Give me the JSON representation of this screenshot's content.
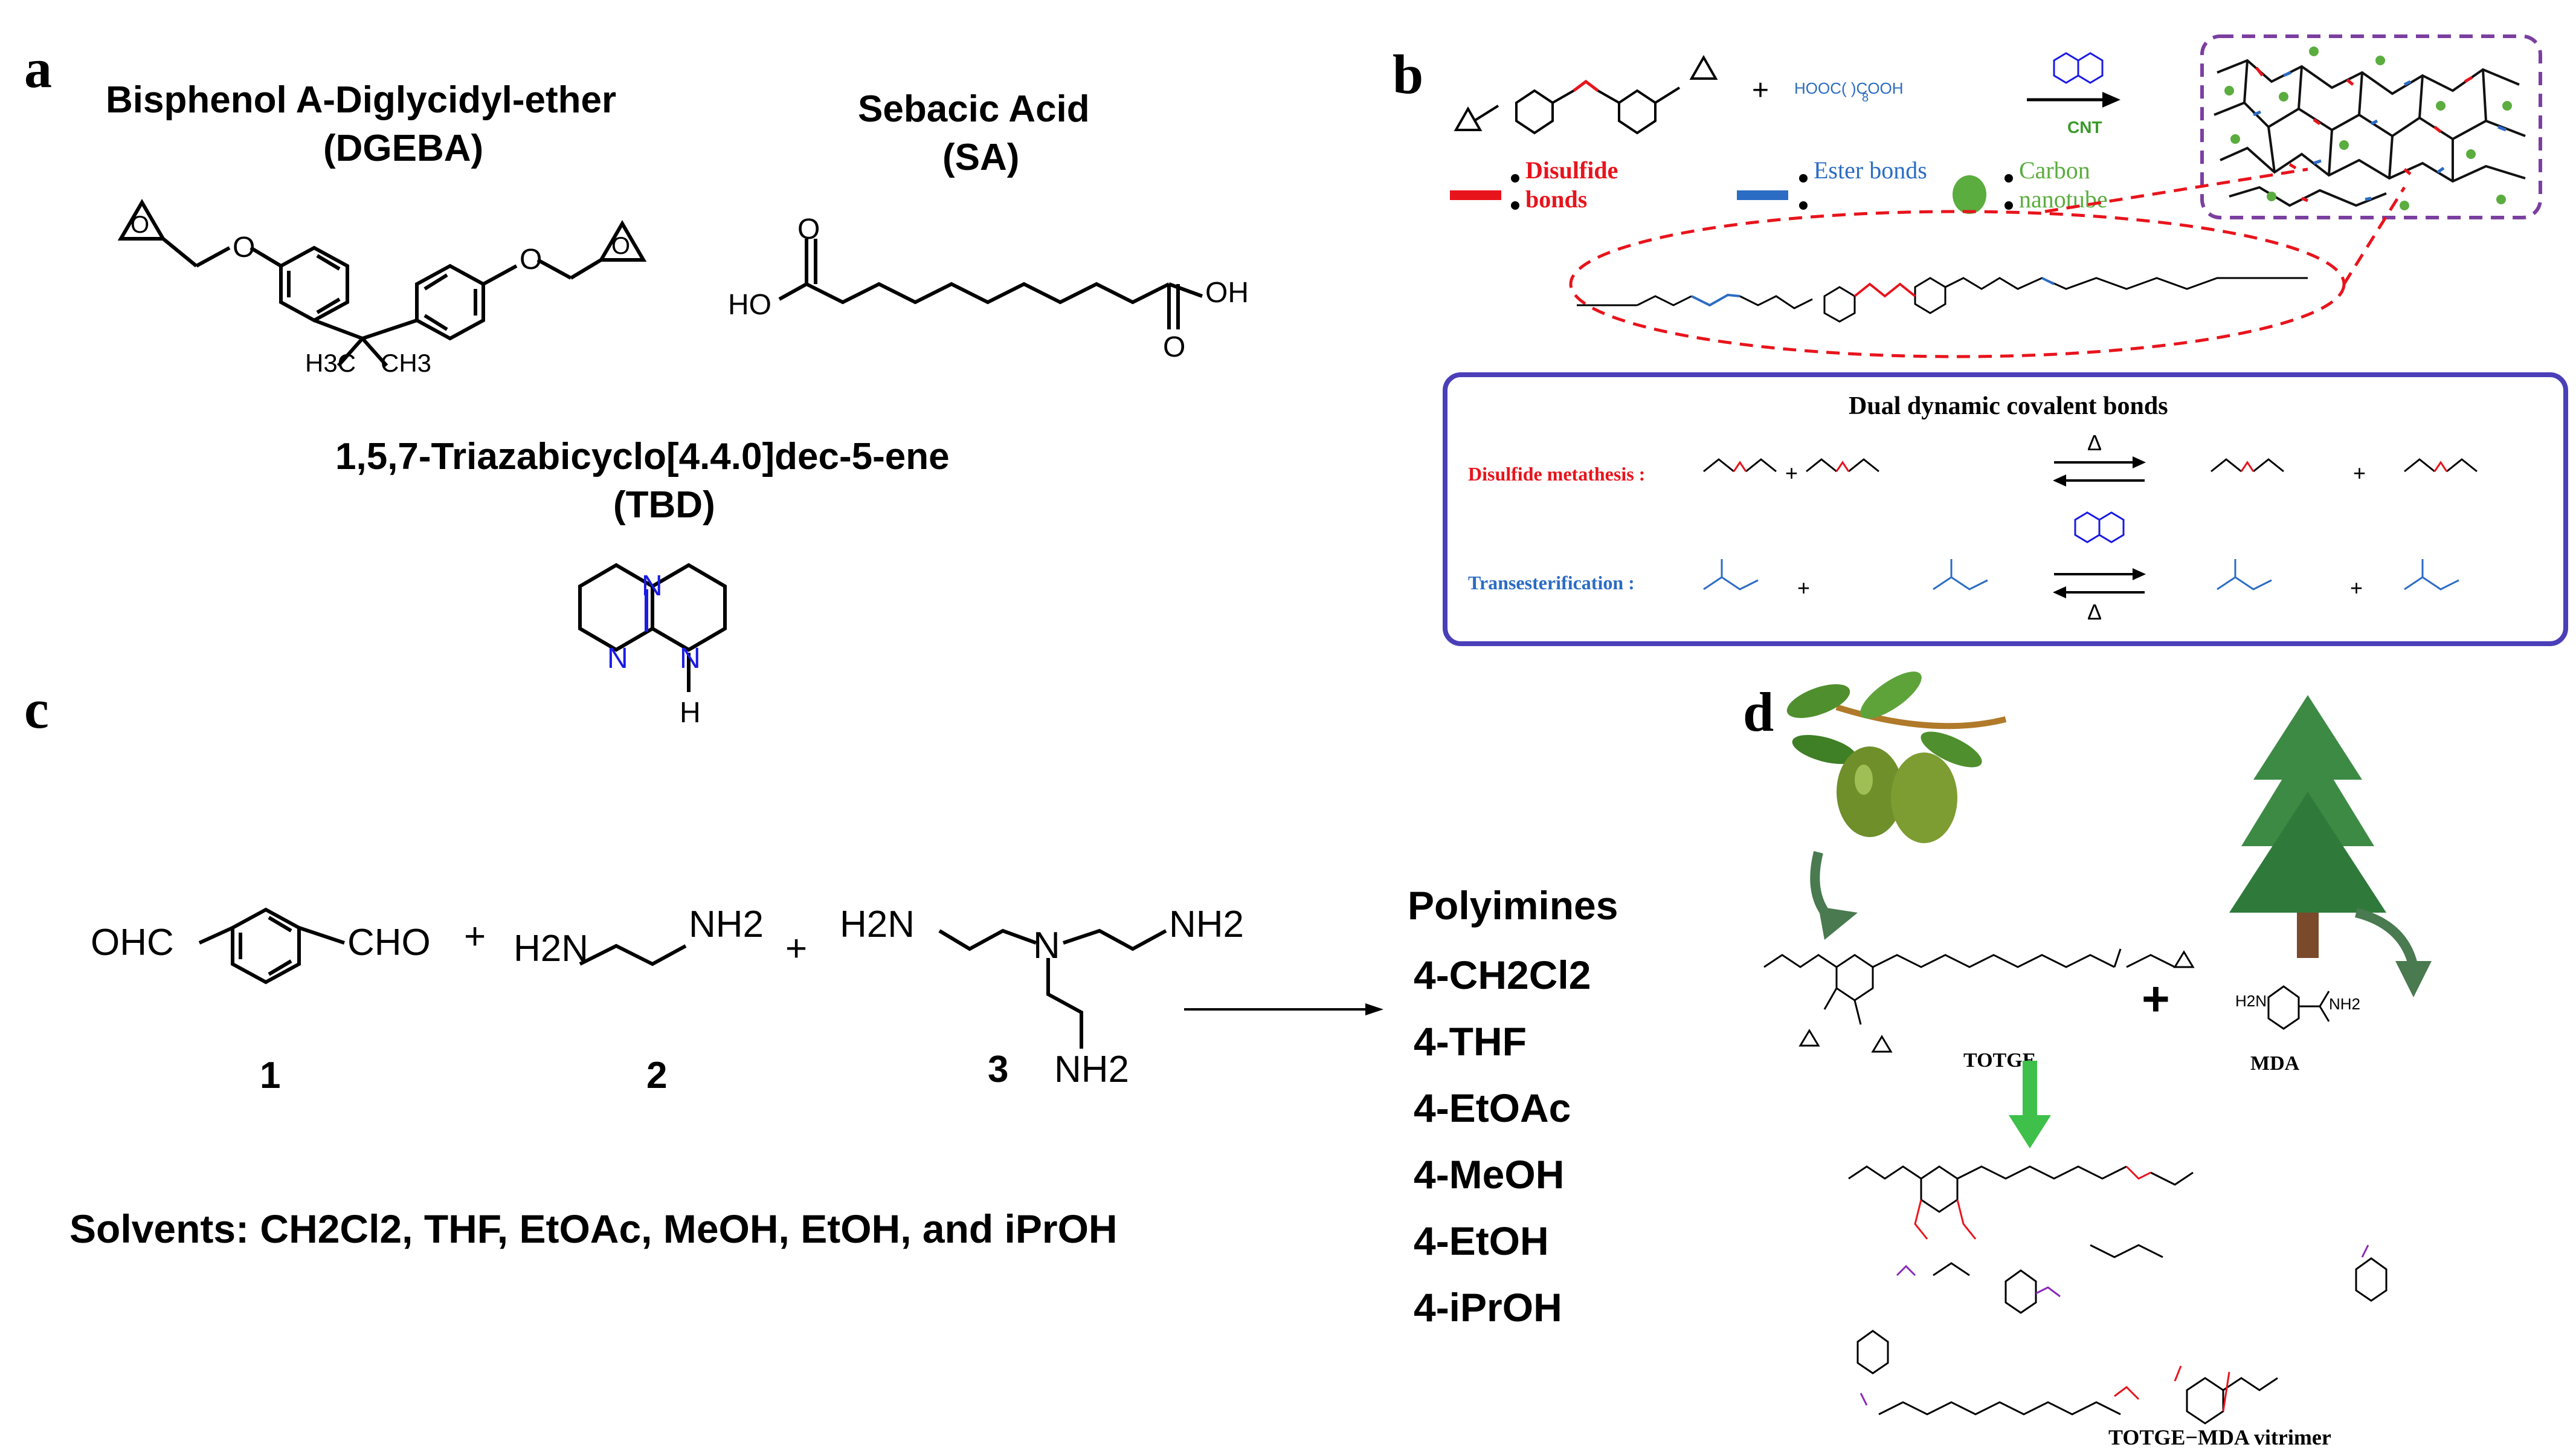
{
  "panel_a": {
    "label": "a",
    "dgeba_name": "Bisphenol A-Diglycidyl-ether",
    "dgeba_abbr": "(DGEBA)",
    "dgeba_h3c": "H3C",
    "dgeba_ch3": "CH3",
    "sa_name": "Sebacic Acid",
    "sa_abbr": "(SA)",
    "sa_ho": "HO",
    "sa_oh": "OH",
    "tbd_name": "1,5,7-Triazabicyclo[4.4.0]dec-5-ene",
    "tbd_abbr": "(TBD)",
    "atom_o": "O",
    "atom_n": "N",
    "atom_h": "H"
  },
  "panel_b": {
    "label": "b",
    "acid": "HOOC(  )COOH",
    "acid_sub": "8",
    "cnt": "CNT",
    "plus": "+",
    "legend": [
      {
        "text": "Disulfide bonds",
        "color": "#e8141c"
      },
      {
        "text": "Ester bonds",
        "color": "#2b6cc4"
      },
      {
        "text": "Carbon nanotube",
        "color": "#5aad3e"
      }
    ],
    "box_title": "Dual dynamic covalent bonds",
    "disulfide_label": "Disulfide metathesis :",
    "transester_label": "Transesterification :",
    "delta": "Δ",
    "colors": {
      "red": "#e8141c",
      "blue": "#2b6cc4",
      "green": "#5aad3e",
      "purple": "#7b3fa0",
      "frame": "#4a3fb8"
    }
  },
  "panel_c": {
    "label": "c",
    "ohc": "OHC",
    "cho": "CHO",
    "nh2": "NH2",
    "h2n": "H2N",
    "n": "N",
    "plus": "+",
    "num1": "1",
    "num2": "2",
    "num3": "3",
    "products_title": "Polyimines",
    "products": [
      "4-CH2Cl2",
      "4-THF",
      "4-EtOAc",
      "4-MeOH",
      "4-EtOH",
      "4-iPrOH"
    ],
    "solvents": "Solvents: CH2Cl2, THF, EtOAc, MeOH, EtOH, and iPrOH"
  },
  "panel_d": {
    "label": "d",
    "totge": "TOTGE",
    "mda": "MDA",
    "product": "TOTGE−MDA vitrimer",
    "plus": "+",
    "colors": {
      "olive": "#6f8f2a",
      "tree": "#3d8a45",
      "arrow": "#3ec04a",
      "trunk": "#7a4a2a"
    }
  }
}
